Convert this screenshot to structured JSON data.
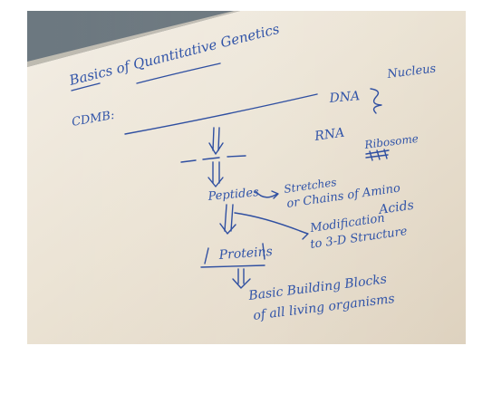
{
  "photo": {
    "title": "Basics of Quantitative Genetics",
    "lines": {
      "cdmb": "CDMB:",
      "dna": "DNA",
      "nucleus": "Nucleus",
      "rna": "RNA",
      "ribosome": "Ribosome",
      "peptides": "Peptides",
      "stretches_line_1": "Stretches",
      "stretches_line_2": "or Chains of Amino",
      "stretches_line_3": "Acids",
      "modification_line_1": "Modification",
      "modification_line_2": "to 3-D Structure",
      "proteins": "Proteins",
      "building_blocks_line_1": "Basic Building Blocks",
      "building_blocks_line_2": "of all living organisms"
    },
    "colors": {
      "ink": "#2f4fa1",
      "board": "#e9e0cf",
      "window": "#5f6b73",
      "page_background": "#ffffff"
    }
  }
}
